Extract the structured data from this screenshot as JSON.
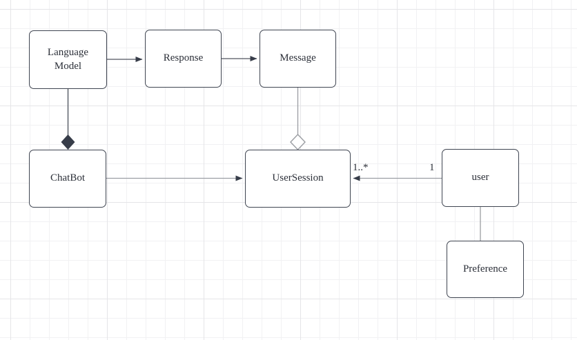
{
  "diagram": {
    "type": "uml-class-diagram",
    "nodes": [
      {
        "id": "language-model",
        "label": "Language Model"
      },
      {
        "id": "response",
        "label": "Response"
      },
      {
        "id": "message",
        "label": "Message"
      },
      {
        "id": "chatbot",
        "label": "ChatBot"
      },
      {
        "id": "user-session",
        "label": "UserSession"
      },
      {
        "id": "user",
        "label": "user"
      },
      {
        "id": "preference",
        "label": "Preference"
      }
    ],
    "edges": [
      {
        "id": "languagemodel-response",
        "source": "language-model",
        "target": "response",
        "style": "directed-arrow"
      },
      {
        "id": "response-message",
        "source": "response",
        "target": "message",
        "style": "directed-arrow"
      },
      {
        "id": "languagemodel-chatbot",
        "source": "language-model",
        "target": "chatbot",
        "style": "composition-filled-diamond"
      },
      {
        "id": "message-usersession",
        "source": "message",
        "target": "user-session",
        "style": "aggregation-hollow-diamond"
      },
      {
        "id": "chatbot-usersession",
        "source": "chatbot",
        "target": "user-session",
        "style": "directed-arrow"
      },
      {
        "id": "user-usersession",
        "source": "user",
        "target": "user-session",
        "style": "directed-arrow",
        "source_label": "1",
        "target_label": "1..*"
      },
      {
        "id": "user-preference",
        "source": "user",
        "target": "preference",
        "style": "plain-line"
      }
    ],
    "colors": {
      "node_border": "#3e4450",
      "node_fill": "#ffffff",
      "edge_dark": "#50555f",
      "edge_gray": "#9a9da2",
      "arrowhead_fill": "#373d49",
      "text": "#2b2f38",
      "grid_minor": "#f1f1f3",
      "grid_major": "#e5e5e8"
    }
  }
}
